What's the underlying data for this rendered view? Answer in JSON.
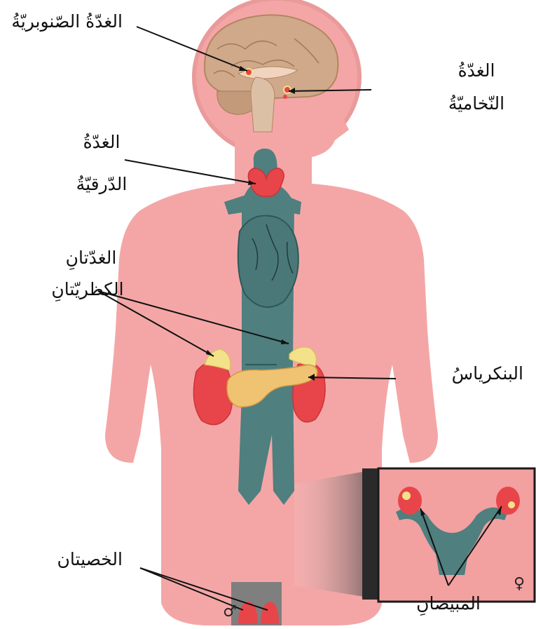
{
  "labels": {
    "pineal": "الغدّةُ الصّنوبريّةُ",
    "pituitary_line1": "الغدّةُ",
    "pituitary_line2": "النّخاميّةُ",
    "thyroid_line1": "الغدّةُ",
    "thyroid_line2": "الدّرقيّةُ",
    "adrenal_line1": "الغدّتانِ",
    "adrenal_line2": "الكظريّتانِ",
    "pancreas": "البنكرياسُ",
    "testes": "الخصيتان",
    "ovaries": "المبيضانِ"
  },
  "symbols": {
    "male": "♂",
    "female": "♀"
  },
  "colors": {
    "body": "#f4a6a6",
    "head_outline": "#e99a9a",
    "brain": "#cfa98a",
    "brain_dark": "#b28660",
    "brainstem": "#dcc0a6",
    "vessels": "#4f7f7f",
    "vessels_dark": "#2f5858",
    "gland_red": "#e8454a",
    "gland_yellow": "#f3e28a",
    "pancreas": "#f0c372",
    "inset_bg": "#f3a0a0",
    "inset_border": "#1a1a1a"
  }
}
